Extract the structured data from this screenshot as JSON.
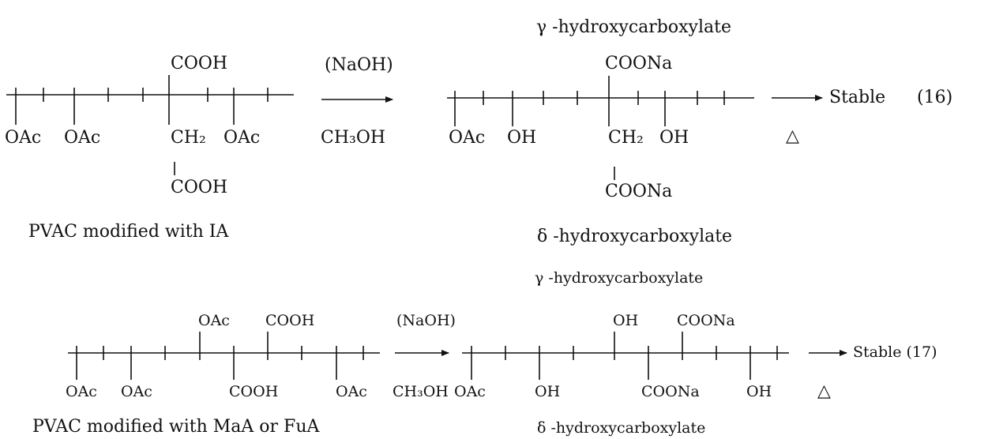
{
  "scheme1": {
    "gamma_label": "γ -hydroxycarboxylate",
    "reactant": {
      "top_label": "COOH",
      "bottom_labels": [
        "OAc",
        "OAc",
        "CH₂",
        "OAc"
      ],
      "side_group": "COOH",
      "caption": "PVAC modified with IA"
    },
    "reagent_top": "(NaOH)",
    "reagent_bottom": "CH₃OH",
    "product": {
      "top_label": "COONa",
      "bottom_labels": [
        "OAc",
        "OH",
        "CH₂",
        "OH"
      ],
      "side_group": "COONa"
    },
    "result": "Stable",
    "heat": "△",
    "eq_number": "(16)",
    "delta_label": "δ -hydroxycarboxylate"
  },
  "scheme2": {
    "gamma_label": "γ -hydroxycarboxylate",
    "reactant": {
      "top_labels": [
        "OAc",
        "COOH"
      ],
      "bottom_labels": [
        "OAc",
        "OAc",
        "COOH",
        "OAc"
      ],
      "caption": "PVAC modified with MaA or FuA"
    },
    "reagent_top": "(NaOH)",
    "reagent_bottom": "CH₃OH",
    "product": {
      "top_labels": [
        "OH",
        "COONa"
      ],
      "bottom_labels": [
        "OAc",
        "OH",
        "COONa",
        "OH"
      ]
    },
    "result": "Stable (17)",
    "heat": "△",
    "delta_label": "δ -hydroxycarboxylate"
  }
}
